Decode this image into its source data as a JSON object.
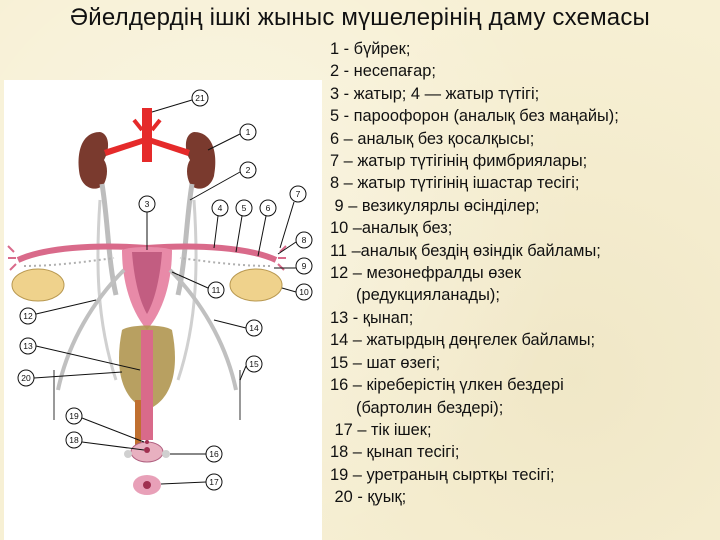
{
  "title": "Әйелдердің ішкі жыныс мүшелерінің даму схемасы",
  "legend": [
    {
      "number": "1",
      "text": "1 - бүйрек;"
    },
    {
      "number": "2",
      "text": "2 - несепағар;"
    },
    {
      "number": "3-4",
      "text": "3 - жатыр; 4 — жатыр түтігі;"
    },
    {
      "number": "5",
      "text": "5 - пароофорон (аналық без маңайы);"
    },
    {
      "number": "6",
      "text": "6 – аналық без қосалқысы;"
    },
    {
      "number": "7",
      "text": "7 – жатыр түтігінің фимбриялары;"
    },
    {
      "number": "8",
      "text": "8 – жатыр түтігінің ішастар тесігі;"
    },
    {
      "number": "9",
      "text": " 9 – везикулярлы өсінділер;"
    },
    {
      "number": "10",
      "text": "10 –аналық без;"
    },
    {
      "number": "11",
      "text": "11 –аналық бездің өзіндік байламы;"
    },
    {
      "number": "12",
      "text": "12 – мезонефралды өзек",
      "continuation": "(редукцияланады);"
    },
    {
      "number": "13",
      "text": "13 - қынап;"
    },
    {
      "number": "14",
      "text": "14 – жатырдың дөңгелек байламы;"
    },
    {
      "number": "15",
      "text": "15 – шат өзегі;"
    },
    {
      "number": "16",
      "text": "16 – кіреберістің үлкен бездері",
      "continuation": "(бартолин бездері);"
    },
    {
      "number": "17",
      "text": " 17 – тік ішек;"
    },
    {
      "number": "18",
      "text": "18 – қынап тесігі;"
    },
    {
      "number": "19",
      "text": "19 – уретраның сыртқы тесігі;"
    },
    {
      "number": "20",
      "text": " 20 - қуық;"
    }
  ],
  "figure": {
    "callouts": [
      "1",
      "2",
      "3",
      "4",
      "5",
      "6",
      "7",
      "8",
      "9",
      "10",
      "11",
      "12",
      "13",
      "14",
      "15",
      "16",
      "17",
      "18",
      "19",
      "20",
      "21"
    ],
    "colors": {
      "kidney": "#7a3a2e",
      "aorta": "#e52a2a",
      "ureter": "#c8c8c8",
      "duct": "#d8d8d8",
      "uterus": "#e88aa8",
      "bladder": "#b09650",
      "ovary": "#efd28c",
      "fimbria": "#d96a8a",
      "panel": "#ffffff"
    }
  }
}
